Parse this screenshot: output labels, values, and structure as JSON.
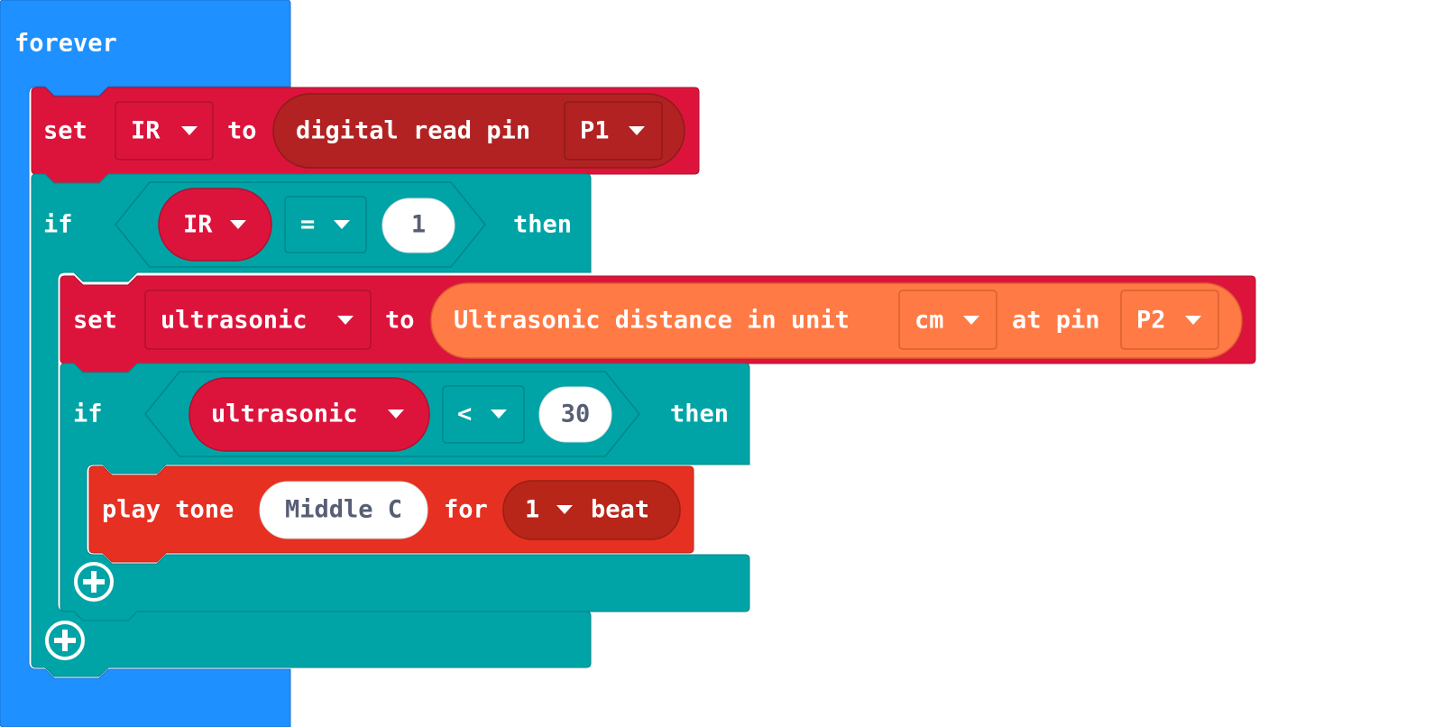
{
  "colors": {
    "loops": "#1E90FF",
    "variables": "#DC143C",
    "variables_stroke": "#B0102F",
    "pins": "#B22222",
    "pins_stroke": "#8E1B1B",
    "logic": "#00A4A6",
    "logic_stroke": "#00868A",
    "sensor": "#FF7A45",
    "sensor_stroke": "#D9602E",
    "music": "#E63022",
    "music_stroke": "#B82619",
    "text_dark": "#575E75",
    "white": "#FFFFFF"
  },
  "forever_block": {
    "label": "forever"
  },
  "set_ir_block": {
    "keyword": "set",
    "variable": "IR",
    "to": "to",
    "reporter": {
      "label": "digital read pin",
      "pin": "P1"
    }
  },
  "if_ir_block": {
    "keyword": "if",
    "condition": {
      "variable": "IR",
      "operator": "=",
      "value": "1"
    },
    "then": "then"
  },
  "set_ultrasonic_block": {
    "keyword": "set",
    "variable": "ultrasonic",
    "to": "to",
    "reporter": {
      "label": "Ultrasonic distance in unit",
      "unit": "cm",
      "at_pin": "at pin",
      "pin": "P2"
    }
  },
  "if_ultrasonic_block": {
    "keyword": "if",
    "condition": {
      "variable": "ultrasonic",
      "operator": "<",
      "value": "30"
    },
    "then": "then"
  },
  "play_tone_block": {
    "label": "play tone",
    "note": "Middle C",
    "for": "for",
    "beat_value": "1",
    "beat_label": "beat"
  },
  "icons": {
    "add_inner_if": "plus-circle-icon",
    "add_outer_if": "plus-circle-icon",
    "dropdown": "caret-down-icon"
  }
}
